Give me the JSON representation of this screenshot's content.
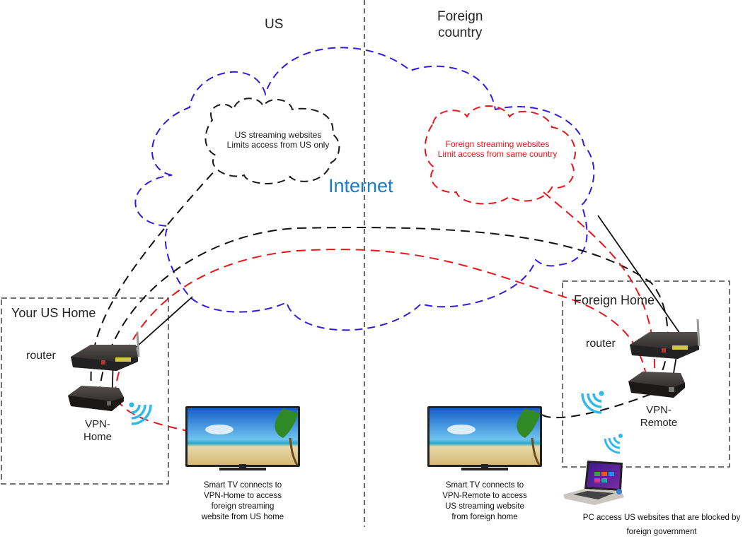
{
  "diagram": {
    "regions": {
      "us": "US",
      "foreign_line1": "Foreign",
      "foreign_line2": "country"
    },
    "internet_label": "Internet",
    "clouds": {
      "us_streaming": {
        "line1": "US streaming websites",
        "line2": "Limits access from US only",
        "color": "#1a1a1a"
      },
      "foreign_streaming": {
        "line1": "Foreign streaming websites",
        "line2": "Limit access from same country",
        "color": "#e8161b"
      },
      "internet_color": "#3a16e0"
    },
    "homes": {
      "us_home": {
        "title": "Your US Home",
        "router_label": "router",
        "vpn_label_line1": "VPN-",
        "vpn_label_line2": "Home"
      },
      "foreign_home": {
        "title": "Foreign Home",
        "router_label": "router",
        "vpn_label_line1": "VPN-",
        "vpn_label_line2": "Remote"
      }
    },
    "captions": {
      "tv_us": [
        "Smart TV connects to",
        "VPN-Home to access",
        "foreign streaming",
        "website from US home"
      ],
      "tv_foreign": [
        "Smart TV connects to",
        "VPN-Remote to access",
        "US streaming website",
        "from foreign home"
      ],
      "pc": [
        "PC access US websites that are blocked by",
        "foreign government"
      ]
    },
    "colors": {
      "us_path": "#111111",
      "foreign_path": "#e8161b",
      "wifi": "#2fb8ec",
      "divider": "#444444"
    }
  }
}
